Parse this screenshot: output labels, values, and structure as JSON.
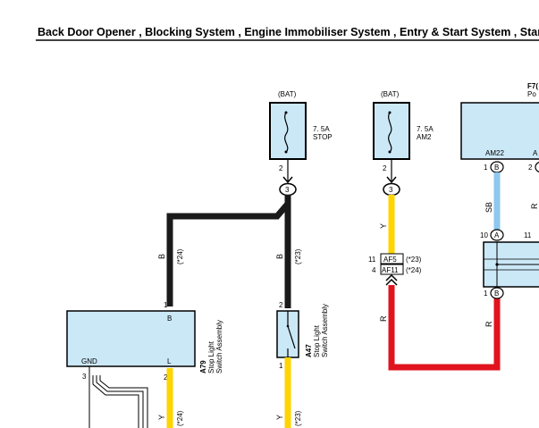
{
  "title": "Back Door Opener , Blocking System , Engine Immobiliser System , Entry & Start System , Starting",
  "fuses": [
    {
      "source": "(BAT)",
      "rating": "7. 5A",
      "name": "STOP",
      "pin": "2"
    },
    {
      "source": "(BAT)",
      "rating": "7. 5A",
      "name": "AM2",
      "pin": "2"
    }
  ],
  "connectors_circle": [
    "3",
    "3"
  ],
  "wire_colors": {
    "B": "B",
    "Y": "Y",
    "R": "R",
    "SB": "SB"
  },
  "wire_notes": {
    "n24": "(*24)",
    "n23": "(*23)"
  },
  "junction": {
    "top_pin": "11",
    "top_label": "AF5",
    "top_note": "(*23)",
    "bottom_pin": "4",
    "bottom_label": "AF11",
    "bottom_note": "(*24)"
  },
  "components": {
    "a79": {
      "code": "A79",
      "name_line1": "Stop Light",
      "name_line2": "Switch Assembly",
      "pin_top": "1",
      "pin_top_label": "B",
      "pin_bottom": "2",
      "pin_bottom_label": "L",
      "gnd_label": "GND",
      "gnd_pin": "3"
    },
    "a47": {
      "code": "A47",
      "name_line1": "Stop Light",
      "name_line2": "Switch Assembly",
      "pin_top": "2",
      "pin_bottom": "1"
    }
  },
  "right_block": {
    "code_partial": "F7(",
    "name_partial": "Po",
    "term1": "AM22",
    "term1_pin": "1",
    "term1_conn": "B",
    "term2_partial": "A",
    "term2_pin": "2",
    "mid_pin": "10",
    "mid_conn": "A",
    "mid_pin2": "11",
    "bot_pin": "1",
    "bot_conn": "B"
  },
  "colors": {
    "black": "#1a1a1a",
    "yellow": "#ffd400",
    "red": "#e0141e",
    "lightblue": "#8ec7ef",
    "box": "#cbe8f7"
  }
}
